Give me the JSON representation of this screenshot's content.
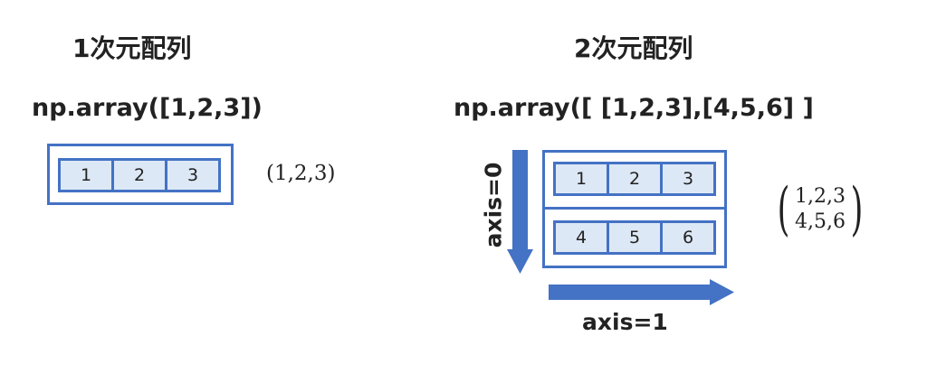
{
  "left": {
    "title": "1次元配列",
    "code": "np.array([1,2,3])",
    "cells": [
      "1",
      "2",
      "3"
    ],
    "tuple": "(1,2,3)"
  },
  "right": {
    "title": "2次元配列",
    "code": "np.array([ [1,2,3],[4,5,6] ]",
    "rows": [
      [
        "1",
        "2",
        "3"
      ],
      [
        "4",
        "5",
        "6"
      ]
    ],
    "matrix": {
      "open": "(",
      "close": ")",
      "row1": "1,2,3",
      "row2": "4,5,6"
    },
    "axis0": "axis=0",
    "axis1": "axis=1"
  },
  "colors": {
    "accent": "#4472c4",
    "cell_fill": "#dde8f6",
    "text": "#222222"
  },
  "icons": [
    "arrow-down-icon",
    "arrow-right-icon"
  ]
}
